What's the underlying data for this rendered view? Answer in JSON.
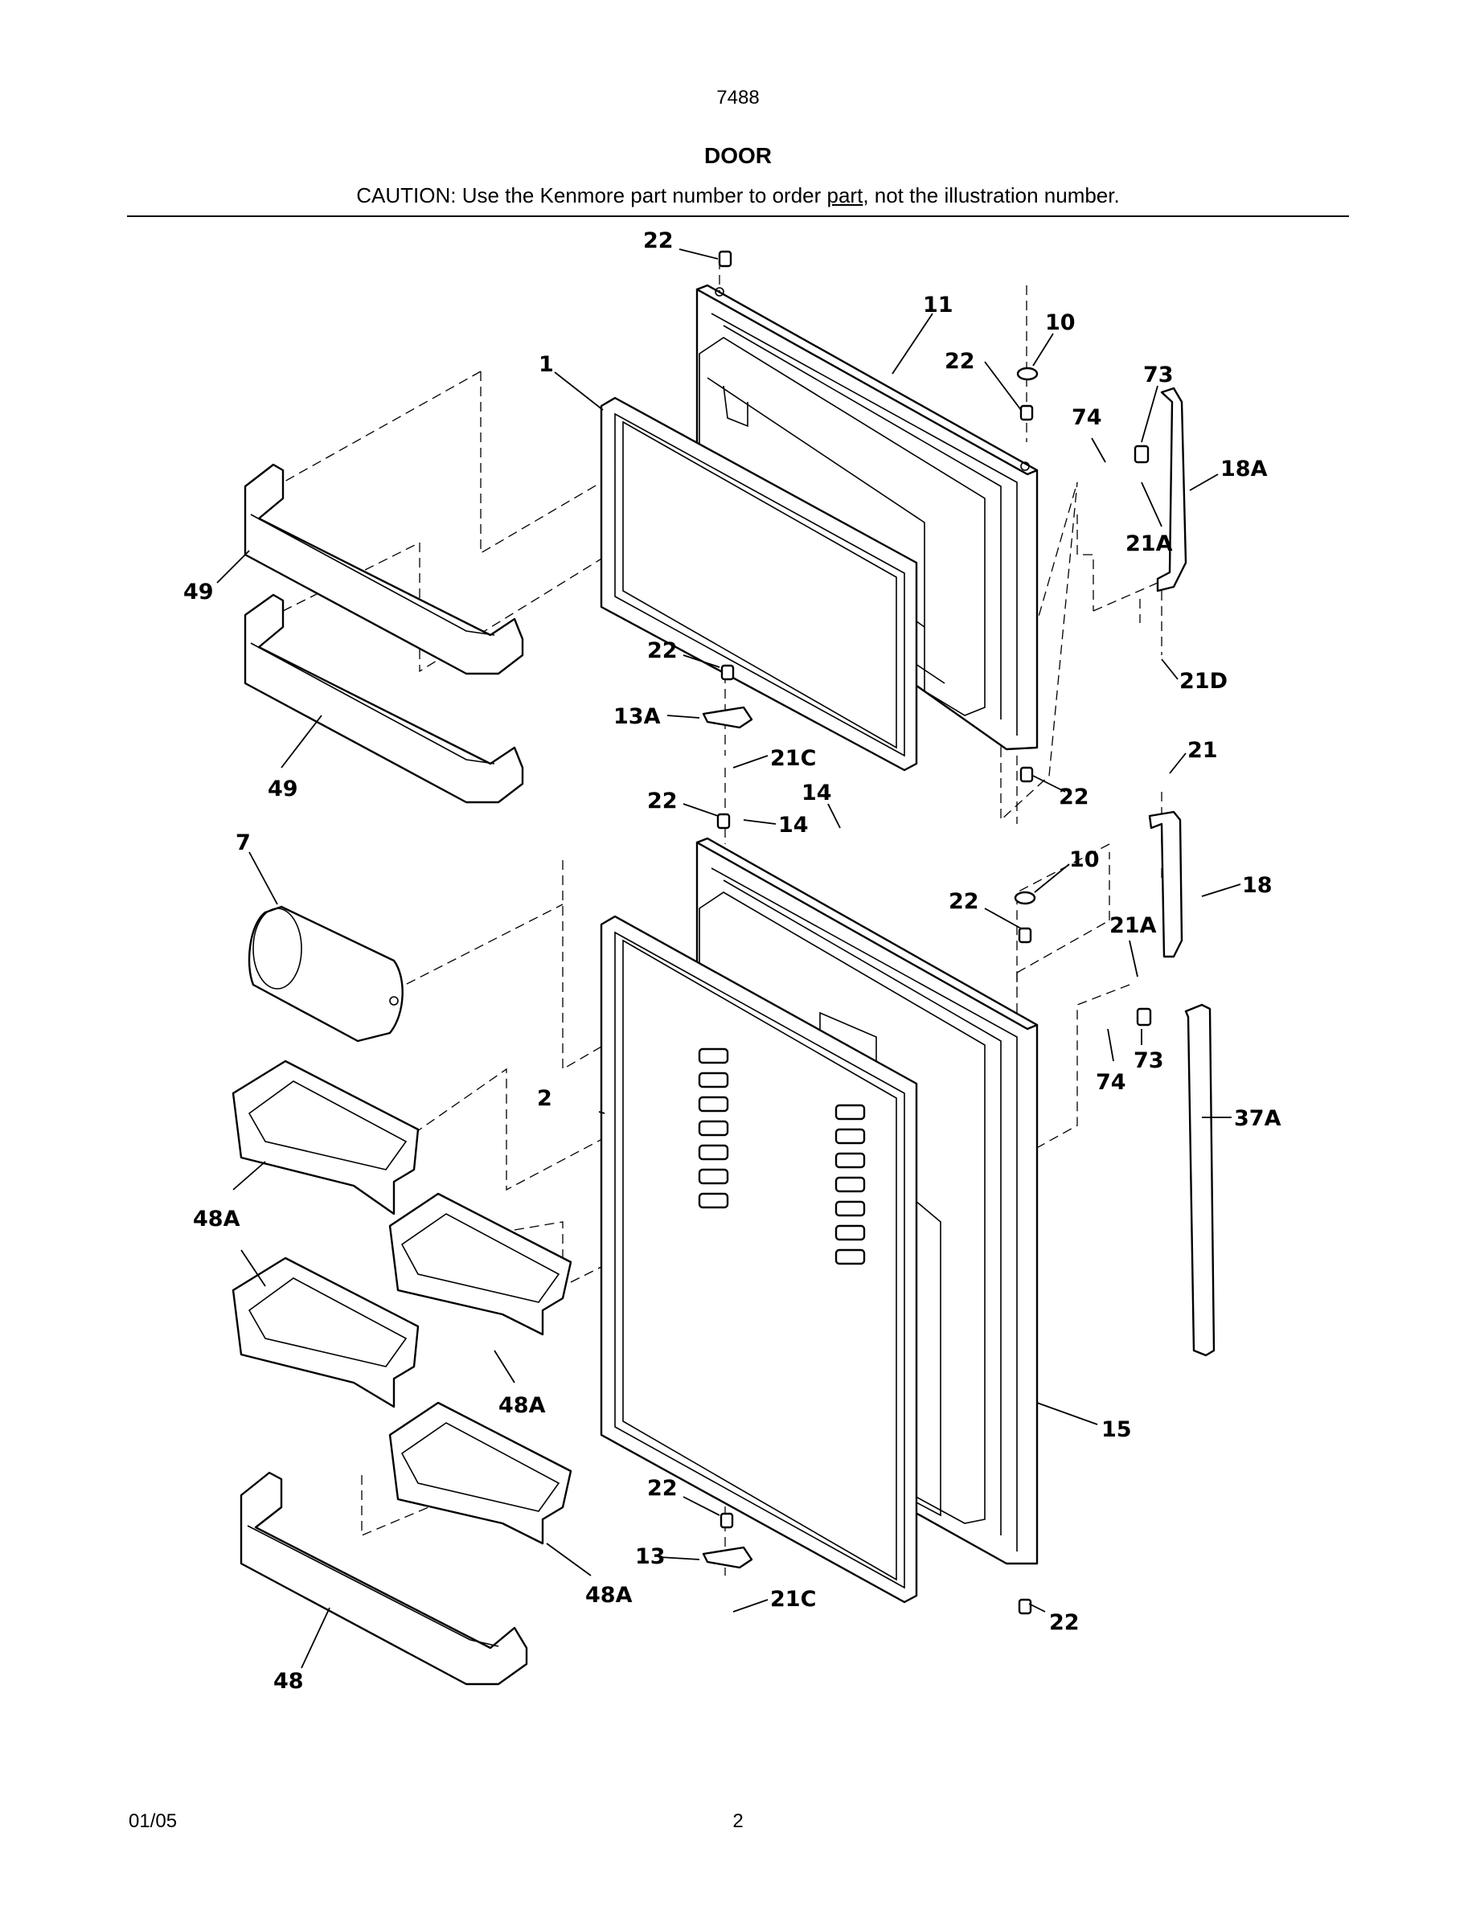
{
  "header": {
    "page_code": "7488",
    "title": "DOOR",
    "caution_prefix": "CAUTION: Use the Kenmore part number to order ",
    "caution_underlined": "part",
    "caution_suffix": ", not the illustration number."
  },
  "footer": {
    "date": "01/05",
    "page": "2"
  },
  "callouts": {
    "c22_top": "22",
    "c11": "11",
    "c10_upper": "10",
    "c22_upper_r": "22",
    "c73_upper": "73",
    "c74_upper": "74",
    "c18A": "18A",
    "c21A_upper": "21A",
    "c1": "1",
    "c49_a": "49",
    "c49_b": "49",
    "c22_mid": "22",
    "c13A": "13A",
    "c21C_upper": "21C",
    "c21D": "21D",
    "c22_ur_bottom": "22",
    "c21": "21",
    "c22_lower_top": "22",
    "c14_a": "14",
    "c14_b": "14",
    "c10_lower": "10",
    "c18": "18",
    "c22_lower_r": "22",
    "c21A_lower": "21A",
    "c7": "7",
    "c73_lower": "73",
    "c74_lower": "74",
    "c2": "2",
    "c37A": "37A",
    "c48A_a": "48A",
    "c48A_b": "48A",
    "c15": "15",
    "c22_bottom_mid": "22",
    "c13": "13",
    "c48A_c": "48A",
    "c21C_lower": "21C",
    "c22_lr_bottom": "22",
    "c48": "48"
  }
}
